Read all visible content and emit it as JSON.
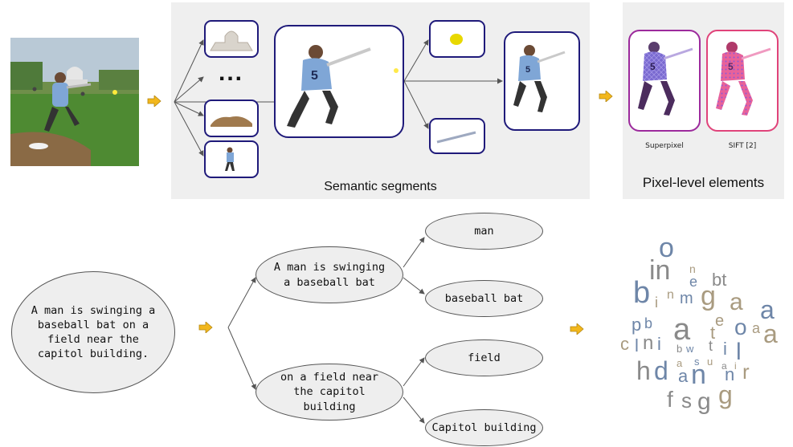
{
  "top": {
    "segments_caption": "Semantic segments",
    "ellipsis": "...",
    "pixel_caption": "Pixel-level elements",
    "superpixel_label": "Superpixel",
    "sift_label": "SIFT [2]"
  },
  "bottom": {
    "sentence": "A man is swinging a baseball bat on a field near the capitol building.",
    "phrase_1": "A man is swinging a baseball bat",
    "phrase_2": "on a field near the capitol building",
    "word_man": "man",
    "word_bat": "baseball bat",
    "word_field": "field",
    "word_capitol": "Capitol building"
  },
  "colors": {
    "panel": "#efefef",
    "segment_border": "#1f1a7a",
    "superpixel_border": "#9c2a9c",
    "sift_border": "#e0437a",
    "arrow": "#f2b71c",
    "ellipse_fill": "#eeeeee",
    "word_blue": "#6e86a8",
    "word_tan": "#a99b80",
    "word_gray": "#8a8a8a"
  },
  "wordcloud": [
    "o",
    "in",
    "n",
    "e",
    "bt",
    "b",
    "i",
    "g",
    "n",
    "m",
    "a",
    "a",
    "p",
    "b",
    "e",
    "a",
    "t",
    "o",
    "a",
    "c",
    "n",
    "i",
    "l",
    "a",
    "b",
    "w",
    "t",
    "l",
    "i",
    "h",
    "d",
    "a",
    "s",
    "u",
    "a",
    "n",
    "r",
    "n",
    "a",
    "i",
    "f",
    "s",
    "g",
    "g"
  ]
}
